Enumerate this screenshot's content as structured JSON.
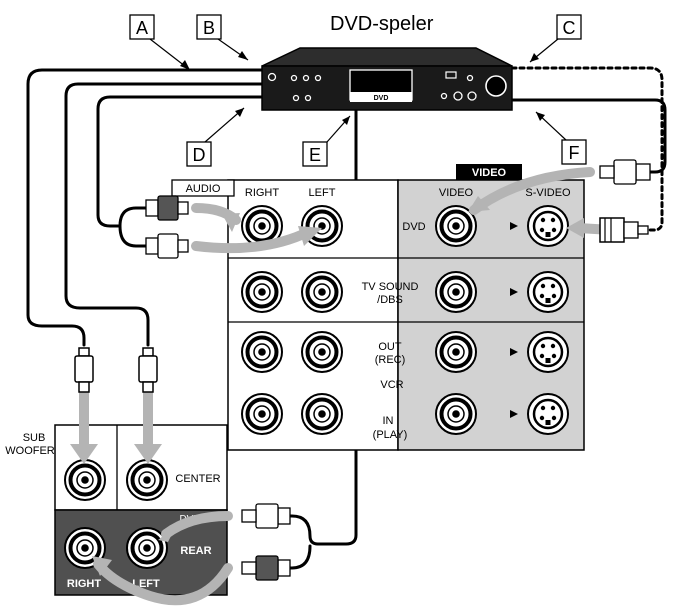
{
  "title": "DVD-speler",
  "callouts": {
    "a": "A",
    "b": "B",
    "c": "C",
    "d": "D",
    "e": "E",
    "f": "F"
  },
  "dvd_player": {
    "display_label": "DVD"
  },
  "audio_panel": {
    "header": "AUDIO",
    "col_right": "RIGHT",
    "col_left": "LEFT"
  },
  "video_panel": {
    "header": "VIDEO",
    "col_video": "VIDEO",
    "col_svideo": "S-VIDEO",
    "rows": {
      "dvd": "DVD",
      "tv_sound_1": "TV SOUND",
      "tv_sound_2": "/DBS",
      "out_1": "OUT",
      "out_2": "(REC)",
      "vcr": "VCR",
      "in_1": "IN",
      "in_2": "(PLAY)"
    }
  },
  "speaker_panel": {
    "sub_1": "SUB",
    "sub_2": "WOOFER",
    "center": "CENTER",
    "dvd": "DVD",
    "rear": "REAR",
    "right": "RIGHT",
    "left": "LEFT"
  },
  "colors": {
    "panel_gray": "#d2d2d2",
    "dark_panel": "#505050",
    "arrow_gray": "#b4b4b4",
    "player_black": "#1a1a1a"
  }
}
